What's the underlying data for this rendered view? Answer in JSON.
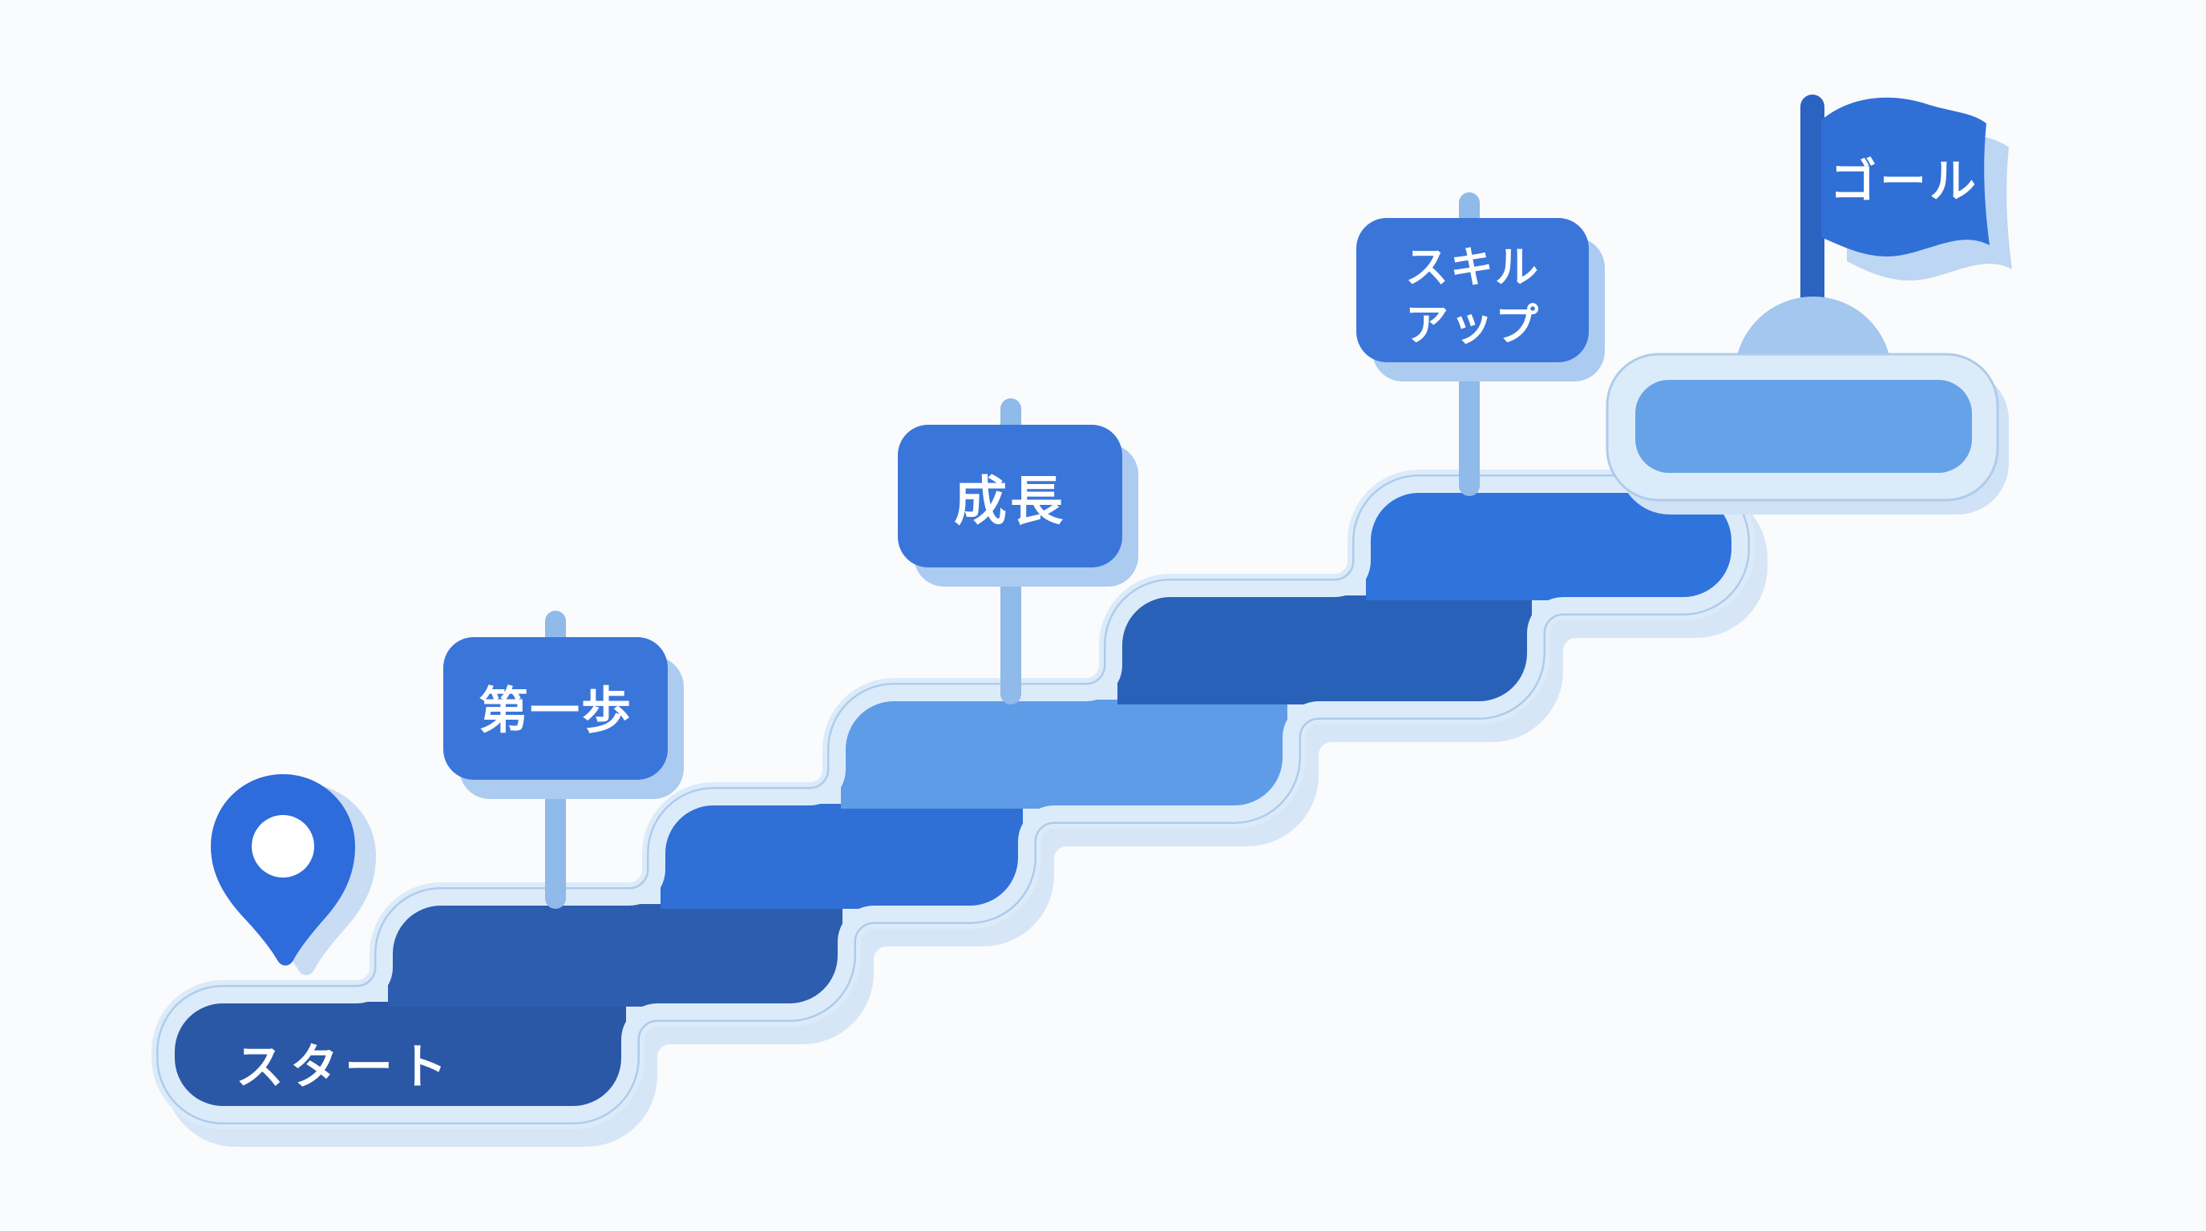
{
  "figure": {
    "type": "staircase-growth-roadmap-illustration",
    "language": "ja",
    "step_count": 7,
    "labels": {
      "start": "スタート",
      "milestone1": "第一歩",
      "milestone2": "成長",
      "milestone3": "スキルアップ",
      "milestone3_lines": [
        "スキル",
        "アップ"
      ],
      "goal": "ゴール"
    },
    "icons": {
      "start_marker": "location-pin-icon",
      "milestone_marker": "signpost-icon",
      "goal_marker": "goal-flag-icon",
      "summit": "summit-mound"
    }
  },
  "palette": {
    "background": "#fafbfc",
    "band": "#dcebfa",
    "band-edge": "#aecbea",
    "stair-shadow": "#cfe2f6",
    "step1": "#2b57a7",
    "step2": "#2c5dae",
    "step3": "#2f6fd6",
    "step4": "#5f9ce7",
    "step5": "#2a61b8",
    "step6": "#2f74dc",
    "step7": "#66a2e8",
    "mound": "#a3c7ee",
    "sign": "#3a76da",
    "sign-shadow": "#abcbf0",
    "pole": "#8fbae9",
    "pin": "#2e6bdb",
    "pin-shadow": "#c8dcf4",
    "flag": "#2f6fd6",
    "flag-pole": "#2a63c0",
    "flag-shadow": "#bcd6f3",
    "label": "#ffffff"
  }
}
